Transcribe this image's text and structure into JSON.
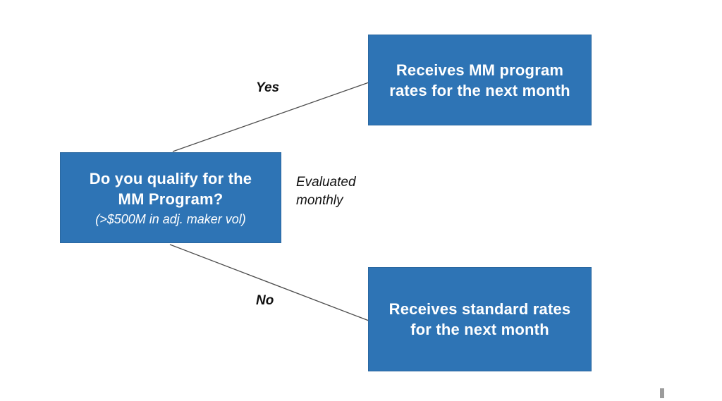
{
  "colors": {
    "background": "#ffffff",
    "node_blue": "#2e74b5",
    "node_border": "#2a67a0",
    "node_text": "#ffffff",
    "connector_gray": "#4d4d4d",
    "label_black": "#111111",
    "footer_mark_gray": "#9c9c9c"
  },
  "diagram": {
    "decision_node": {
      "lines": [
        "Do you qualify for the",
        "MM Program?"
      ],
      "subtitle": "(>$500M in adj. maker vol)"
    },
    "yes_outcome_node": {
      "lines": [
        "Receives MM program",
        "rates for the next month"
      ]
    },
    "no_outcome_node": {
      "lines": [
        "Receives standard rates",
        "for the next month"
      ]
    },
    "edge_labels": {
      "yes": "Yes",
      "no": "No",
      "note": "Evaluated monthly"
    }
  }
}
